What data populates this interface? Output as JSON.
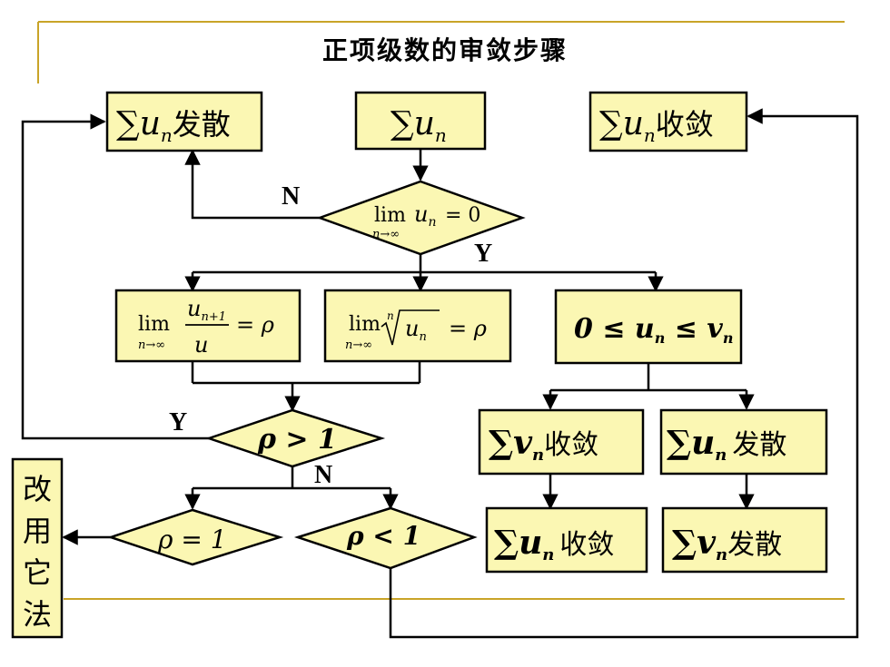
{
  "title": "正项级数的审敛步骤",
  "colors": {
    "box_fill": "#fbf7b3",
    "line_accent": "#c9a428",
    "stroke": "#000000"
  },
  "nodes": {
    "sum_diverge": {
      "math": "∑u",
      "sub": "n",
      "text": "发散"
    },
    "sum_start": {
      "math": "∑u",
      "sub": "n"
    },
    "sum_converge": {
      "math": "∑u",
      "sub": "n",
      "text": "收敛"
    },
    "limit_zero": {
      "lim": "lim",
      "under": "n→∞",
      "expr": "u",
      "sub": "n",
      "rhs": "= 0"
    },
    "ratio_test": {
      "lim": "lim",
      "under": "n→∞",
      "num": "u",
      "num_sub": "n+1",
      "den": "u",
      "rhs": "= ρ"
    },
    "root_test": {
      "lim": "lim",
      "under": "n→∞",
      "root_index": "n",
      "expr": "u",
      "sub": "n",
      "rhs": "= ρ"
    },
    "comparison": {
      "text": "0 ≤ u",
      "sub1": "n",
      "mid": " ≤ v",
      "sub2": "n"
    },
    "rho_gt_1": {
      "text": "ρ > 1"
    },
    "v_converge": {
      "math": "∑v",
      "sub": "n",
      "text": "收敛"
    },
    "u_diverge": {
      "math": "∑u",
      "sub": "n",
      "text": "发散"
    },
    "rho_eq_1": {
      "text": "ρ = 1"
    },
    "rho_lt_1": {
      "text": "ρ < 1"
    },
    "u_converge": {
      "math": "∑u",
      "sub": "n",
      "text": "收敛"
    },
    "v_diverge": {
      "math": "∑v",
      "sub": "n",
      "text": "发散"
    },
    "other_method": {
      "chars": [
        "改",
        "用",
        "它",
        "法"
      ]
    }
  },
  "labels": {
    "n_top": "N",
    "y_top": "Y",
    "y_left": "Y",
    "n_mid": "N"
  }
}
